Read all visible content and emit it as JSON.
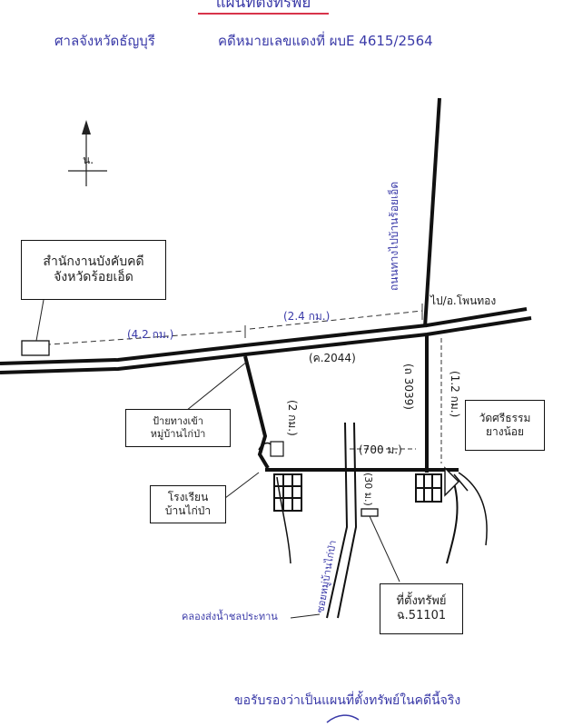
{
  "header": {
    "title": "แผนที่ตั้งทรัพย์",
    "court": "ศาลจังหวัดธัญบุรี",
    "case_number": "คดีหมายเลขแดงที่ ผบE 4615/2564"
  },
  "compass": {
    "north_label": "น."
  },
  "roads": {
    "to_phanom_sarakham": "ไป/อ.โพนทอง",
    "route_2044": "(ค.2044)",
    "side_road_code": "(ถ 3039)",
    "dist_4_2": "(4.2 กม.)",
    "dist_2_4": "(2.4 กม.)",
    "dist_2": "(2 กม.)",
    "dist_1_2": "(1.2 กม.)",
    "dist_700": "(700 ม.)",
    "dist_30": "(30 ม.)",
    "vertical_road": "ถนนทางไปบ้านร้อยเอ็ด",
    "soi_label": "ซอยหมู่บ้านไก่ป่า"
  },
  "labels": {
    "office_line1": "สำนักงานบังคับคดี",
    "office_line2": "จังหวัดร้อยเอ็ด",
    "signpost_line1": "ป้ายทางเข้า",
    "signpost_line2": "หมู่บ้านไก่ป่า",
    "school_line1": "โรงเรียน",
    "school_line2": "บ้านไก่ป่า",
    "temple_line1": "วัดศรีธรรม",
    "temple_line2": "ยางน้อย",
    "property_line1": "ที่ตั้งทรัพย์",
    "property_line2": "ฉ.51101",
    "canal": "คลองส่งน้ำชลประทาน"
  },
  "footer": {
    "certify": "ขอรับรองว่าเป็นแผนที่ตั้งทรัพย์ในคดีนี้จริง"
  },
  "colors": {
    "ink": "#1b1b1b",
    "handwriting": "#3a3aa8",
    "title_underline": "#d8334a"
  }
}
